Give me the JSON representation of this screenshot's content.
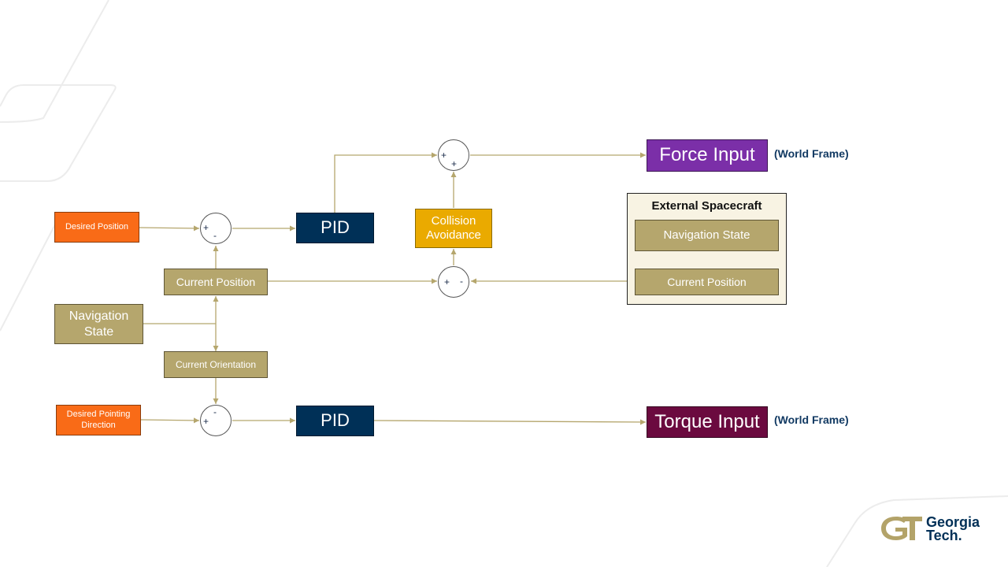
{
  "blocks": {
    "desired_position": "Desired Position",
    "desired_pointing_direction": "Desired Pointing Direction",
    "current_position": "Current Position",
    "navigation_state": "Navigation State",
    "current_orientation": "Current Orientation",
    "pid_top": "PID",
    "pid_bottom": "PID",
    "collision_avoidance": "Collision Avoidance",
    "force_input": "Force Input",
    "torque_input": "Torque Input",
    "force_frame": "(World Frame)",
    "torque_frame": "(World Frame)"
  },
  "external": {
    "title": "External Spacecraft",
    "navigation_state": "Navigation State",
    "current_position": "Current Position"
  },
  "summing_junctions": {
    "position_error": {
      "top": "+",
      "bottom": "-"
    },
    "force_sum": {
      "top": "+",
      "bottom": "+"
    },
    "relative_position": {
      "left": "+",
      "right": "-"
    },
    "orientation_error": {
      "top": "-",
      "bottom": "+"
    }
  },
  "logo": {
    "monogram": "GT",
    "line1": "Georgia",
    "line2": "Tech."
  },
  "colors": {
    "desired": "#f96b17",
    "state": "#b5a66d",
    "pid": "#003057",
    "collision": "#eaaa00",
    "force": "#7b2fa8",
    "torque": "#6b0a3f",
    "connector": "#b5a66d"
  }
}
